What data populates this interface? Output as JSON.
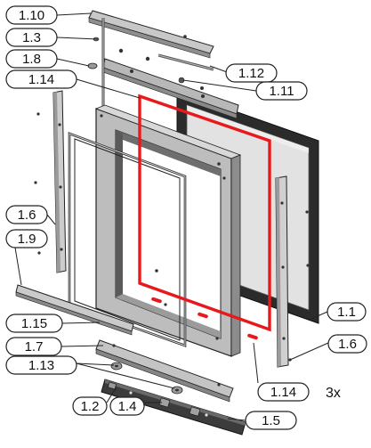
{
  "callouts": [
    {
      "id": "c1",
      "label": "1.10"
    },
    {
      "id": "c2",
      "label": "1.3"
    },
    {
      "id": "c3",
      "label": "1.8"
    },
    {
      "id": "c4",
      "label": "1.12"
    },
    {
      "id": "c5",
      "label": "1.14"
    },
    {
      "id": "c6",
      "label": "1.11"
    },
    {
      "id": "c7",
      "label": "1.6"
    },
    {
      "id": "c8",
      "label": "1.9"
    },
    {
      "id": "c9",
      "label": "1.1"
    },
    {
      "id": "c10",
      "label": "1.15"
    },
    {
      "id": "c11",
      "label": "1.7"
    },
    {
      "id": "c12",
      "label": "1.6"
    },
    {
      "id": "c13",
      "label": "1.13"
    },
    {
      "id": "c14",
      "label": "1.14"
    },
    {
      "id": "c15",
      "label": "1.2"
    },
    {
      "id": "c16",
      "label": "1.4"
    },
    {
      "id": "c17",
      "label": "1.5"
    }
  ],
  "quantity_note": "3x",
  "colors": {
    "gasket": "#e8191c",
    "part_fill": "#c9c9c9",
    "part_dark": "#3a3a3a",
    "glass": "#e4e4e4",
    "outline": "#222222"
  }
}
